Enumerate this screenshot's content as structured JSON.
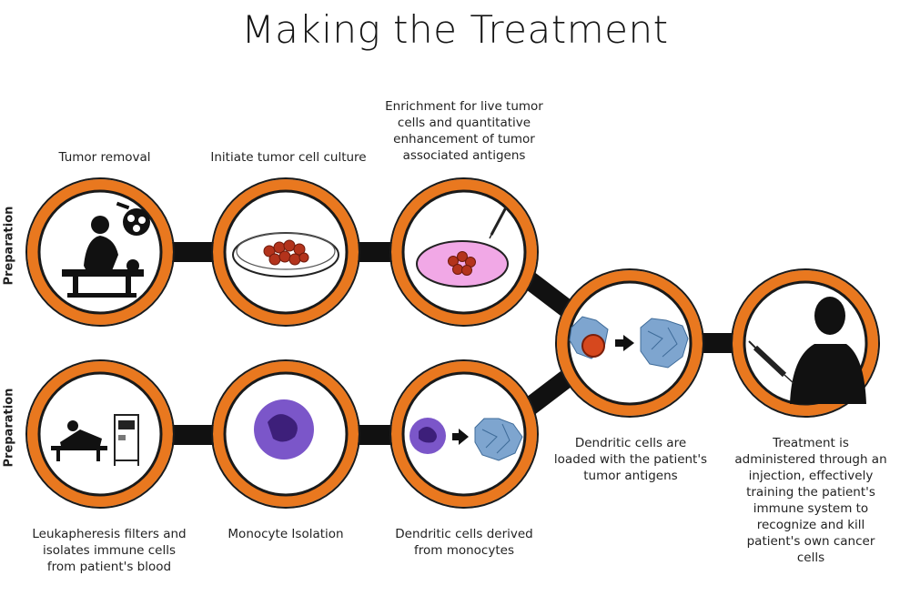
{
  "title": "Making the Treatment",
  "side_labels": {
    "top": "Preparation",
    "bottom": "Preparation"
  },
  "steps": {
    "tumor_removal": "Tumor removal",
    "initiate_culture": "Initiate tumor cell culture",
    "enrichment": "Enrichment for live tumor cells and quantitative enhancement of tumor associated antigens",
    "leukapheresis": "Leukapheresis filters and isolates immune cells from patient's blood",
    "monocyte_isolation": "Monocyte Isolation",
    "dendritic_derived": "Dendritic cells derived from monocytes",
    "dendritic_loaded": "Dendritic cells are loaded with the patient's tumor antigens",
    "treatment": "Treatment is administered through an injection, effectively training the patient's immune system to recognize and kill patient's own cancer cells"
  },
  "colors": {
    "ring": "#e9781f",
    "inner_ring": "#1a1a1a",
    "connector": "#111111",
    "cell_purple": "#7b56c9",
    "petri_pink": "#f1a8e6",
    "tumor_red": "#b3331c",
    "dendritic_blue": "#7ea5cf"
  },
  "icons": [
    "surgeon-icon",
    "surgical-lamp-icon",
    "petri-dish-icon",
    "pipette-icon",
    "tumor-cells-icon",
    "dendritic-cell-icon",
    "arrow-icon",
    "syringe-icon",
    "patient-silhouette-icon",
    "leukapheresis-machine-icon",
    "monocyte-icon"
  ]
}
